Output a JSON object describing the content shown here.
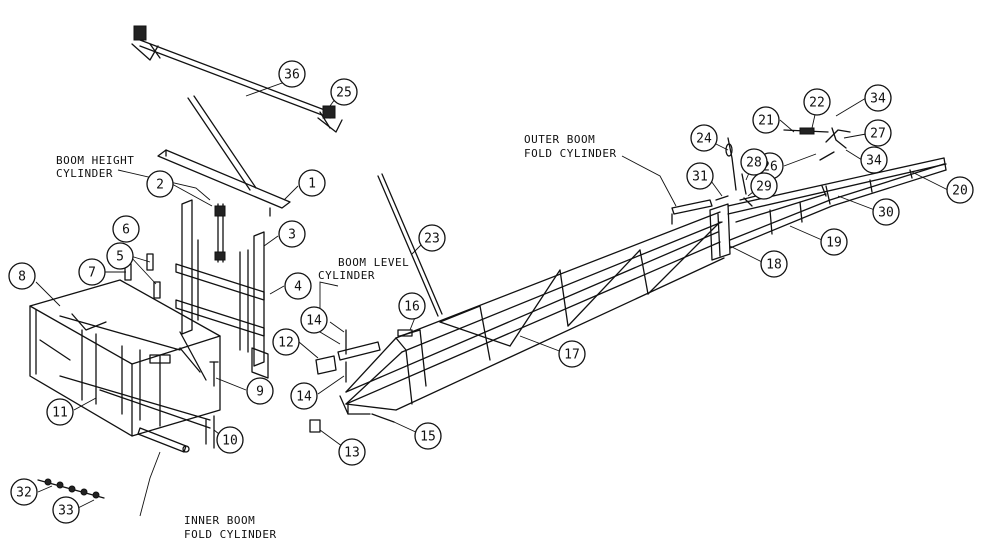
{
  "labels": {
    "boom_height_1": "BOOM HEIGHT",
    "boom_height_2": "CYLINDER",
    "boom_level_1": "BOOM LEVEL",
    "boom_level_2": "CYLINDER",
    "outer_fold_1": "OUTER BOOM",
    "outer_fold_2": "FOLD CYLINDER",
    "inner_fold_1": "INNER BOOM",
    "inner_fold_2": "FOLD CYLINDER"
  },
  "callouts": [
    "1",
    "2",
    "3",
    "4",
    "5",
    "6",
    "7",
    "8",
    "9",
    "10",
    "11",
    "12",
    "13",
    "14",
    "14",
    "15",
    "16",
    "17",
    "18",
    "19",
    "20",
    "21",
    "22",
    "23",
    "24",
    "25",
    "26",
    "27",
    "28",
    "29",
    "30",
    "31",
    "32",
    "33",
    "34",
    "34",
    "36"
  ]
}
